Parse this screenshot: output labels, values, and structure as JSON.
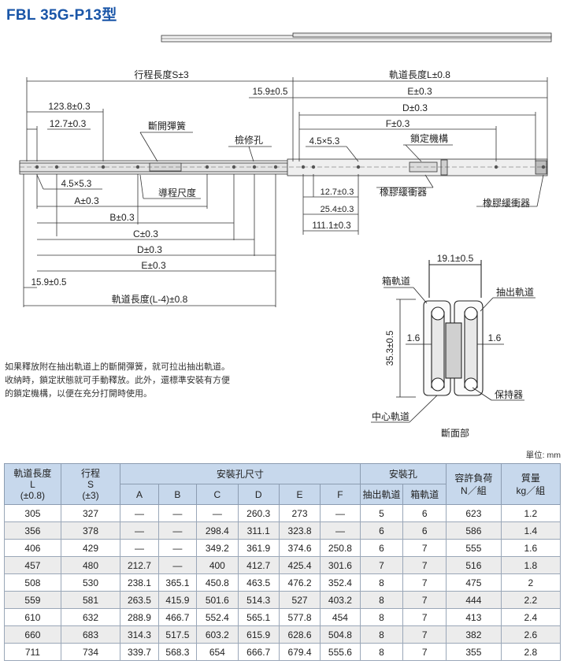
{
  "header": {
    "title": "FBL 35G-P13型"
  },
  "diagram": {
    "top_labels": {
      "stroke": "行程長度S±3",
      "rail_length": "軌道長度L±0.8",
      "dim_159_top": "15.9±0.5",
      "dim_E_top": "E±0.3",
      "dim_D_top": "D±0.3",
      "dim_F_top": "F±0.3",
      "hole_top_right": "4.5×5.3",
      "lock_mechanism": "鎖定機構",
      "dim_1238": "123.8±0.3",
      "dim_127_left": "12.7±0.3",
      "disconnect_spring": "斷開彈簧",
      "service_hole": "檢修孔"
    },
    "bottom_labels": {
      "hole_left": "4.5×5.3",
      "guide_size": "導程尺度",
      "dim_A": "A±0.3",
      "dim_B": "B±0.3",
      "dim_C": "C±0.3",
      "dim_D": "D±0.3",
      "dim_E": "E±0.3",
      "dim_159_bottom": "15.9±0.5",
      "rail_length_minus": "軌道長度(L-4)±0.8",
      "dim_127_right": "12.7±0.3",
      "dim_254": "25.4±0.3",
      "dim_1111": "111.1±0.3",
      "rubber_buffer_1": "橡膠緩衝器",
      "rubber_buffer_2": "橡膠緩衝器"
    },
    "section": {
      "width": "19.1±0.5",
      "box_rail": "箱軌道",
      "drawer_rail": "抽出軌道",
      "thickness_left": "1.6",
      "thickness_right": "1.6",
      "height": "35.3±0.5",
      "retainer": "保持器",
      "center_rail": "中心軌道",
      "caption": "斷面部"
    }
  },
  "note": {
    "line1": "如果釋放附在抽出軌道上的斷開彈簧，就可拉出抽出軌道。",
    "line2": "收納時，鎖定狀態就可手動釋放。此外，還標準安裝有方便",
    "line3": "的鎖定機構，以便在充分打開時使用。"
  },
  "table": {
    "unit": "單位: mm",
    "headers": {
      "rail_length": "軌道長度",
      "rail_length_sym": "L",
      "rail_length_tol": "(±0.8)",
      "stroke": "行程",
      "stroke_sym": "S",
      "stroke_tol": "(±3)",
      "mount_dims": "安裝孔尺寸",
      "A": "A",
      "B": "B",
      "C": "C",
      "D": "D",
      "E": "E",
      "F": "F",
      "mount_holes": "安裝孔",
      "drawer_rail": "抽出軌道",
      "box_rail": "箱軌道",
      "load": "容許負荷",
      "load_unit": "N／組",
      "mass": "質量",
      "mass_unit": "kg／組"
    },
    "rows": [
      [
        "305",
        "327",
        "—",
        "—",
        "—",
        "260.3",
        "273",
        "—",
        "5",
        "6",
        "623",
        "1.2"
      ],
      [
        "356",
        "378",
        "—",
        "—",
        "298.4",
        "311.1",
        "323.8",
        "—",
        "6",
        "6",
        "586",
        "1.4"
      ],
      [
        "406",
        "429",
        "—",
        "—",
        "349.2",
        "361.9",
        "374.6",
        "250.8",
        "6",
        "7",
        "555",
        "1.6"
      ],
      [
        "457",
        "480",
        "212.7",
        "—",
        "400",
        "412.7",
        "425.4",
        "301.6",
        "7",
        "7",
        "516",
        "1.8"
      ],
      [
        "508",
        "530",
        "238.1",
        "365.1",
        "450.8",
        "463.5",
        "476.2",
        "352.4",
        "8",
        "7",
        "475",
        "2"
      ],
      [
        "559",
        "581",
        "263.5",
        "415.9",
        "501.6",
        "514.3",
        "527",
        "403.2",
        "8",
        "7",
        "444",
        "2.2"
      ],
      [
        "610",
        "632",
        "288.9",
        "466.7",
        "552.4",
        "565.1",
        "577.8",
        "454",
        "8",
        "7",
        "413",
        "2.4"
      ],
      [
        "660",
        "683",
        "314.3",
        "517.5",
        "603.2",
        "615.9",
        "628.6",
        "504.8",
        "8",
        "7",
        "382",
        "2.6"
      ],
      [
        "711",
        "734",
        "339.7",
        "568.3",
        "654",
        "666.7",
        "679.4",
        "555.6",
        "8",
        "7",
        "355",
        "2.8"
      ]
    ]
  },
  "colors": {
    "title": "#1a56a8",
    "header_bg": "#c7d8ec",
    "alt_row": "#ececec"
  }
}
